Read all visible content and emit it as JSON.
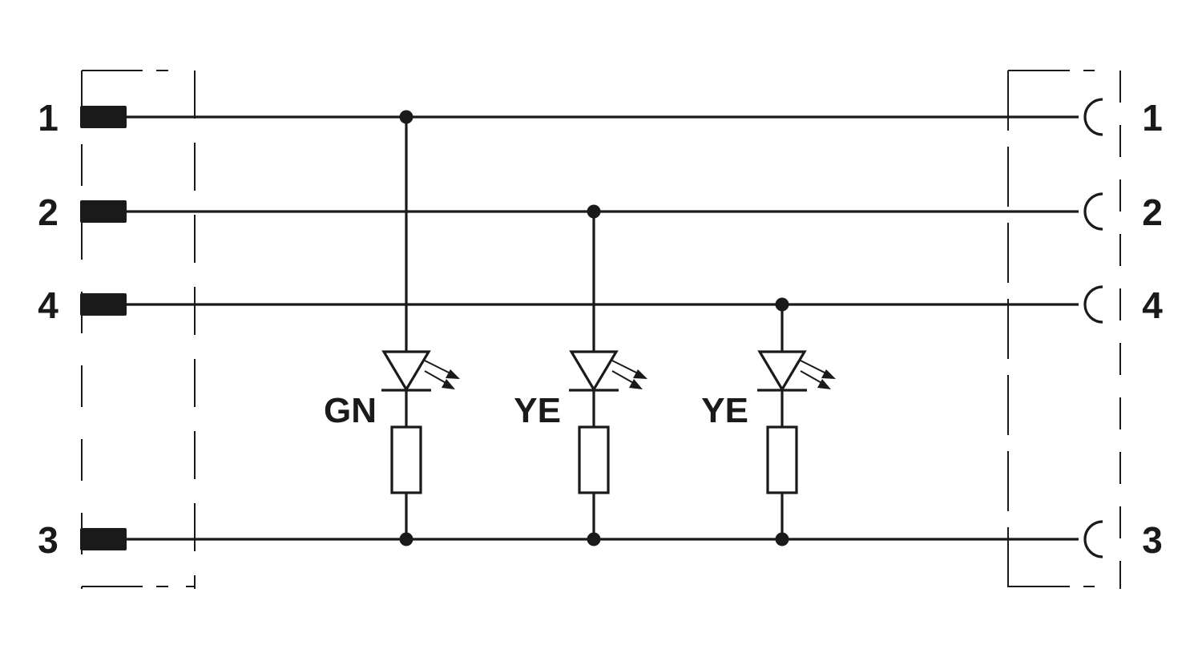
{
  "pins_left": [
    "1",
    "2",
    "4",
    "3"
  ],
  "pins_right": [
    "1",
    "2",
    "4",
    "3"
  ],
  "leds": [
    {
      "label": "GN",
      "color": "green"
    },
    {
      "label": "YE",
      "color": "yellow"
    },
    {
      "label": "YE",
      "color": "yellow"
    }
  ],
  "colors": {
    "stroke": "#1a1a1a",
    "background": "#ffffff"
  }
}
